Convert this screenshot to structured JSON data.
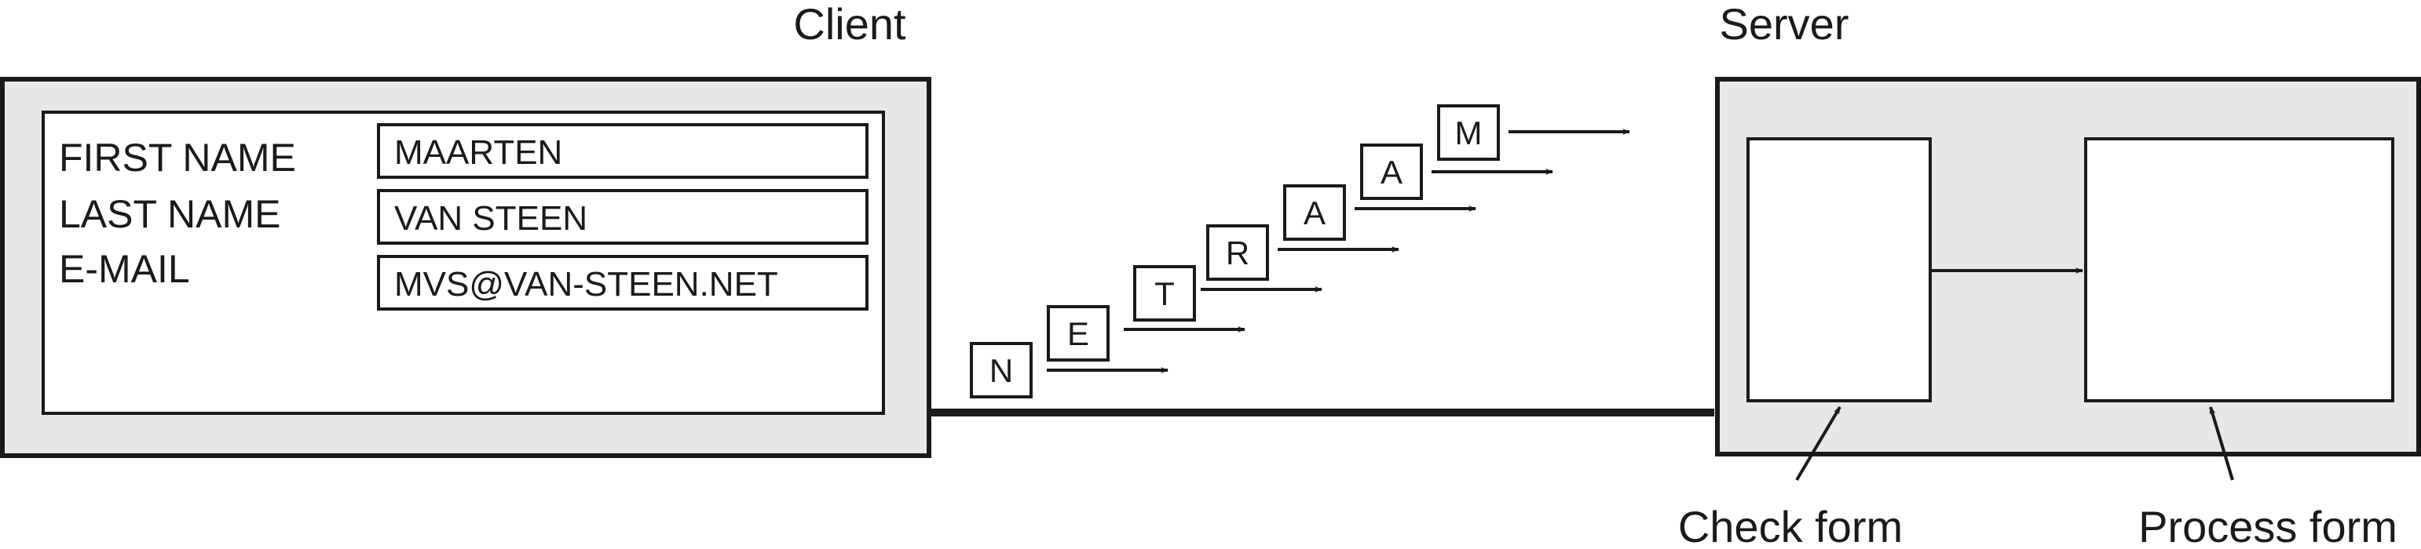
{
  "labels": {
    "client": "Client",
    "server": "Server",
    "check_form": "Check form",
    "process_form": "Process form"
  },
  "form": {
    "fields": [
      {
        "label": "FIRST NAME",
        "value": "MAARTEN"
      },
      {
        "label": "LAST NAME",
        "value": "VAN STEEN"
      },
      {
        "label": "E-MAIL",
        "value": "MVS@VAN-STEEN.NET"
      }
    ]
  },
  "stream": {
    "letters": [
      "N",
      "E",
      "T",
      "R",
      "A",
      "A",
      "M"
    ]
  },
  "colors": {
    "box_fill": "#e6e7e8",
    "stroke": "#1a1a1a",
    "background": "#ffffff"
  }
}
